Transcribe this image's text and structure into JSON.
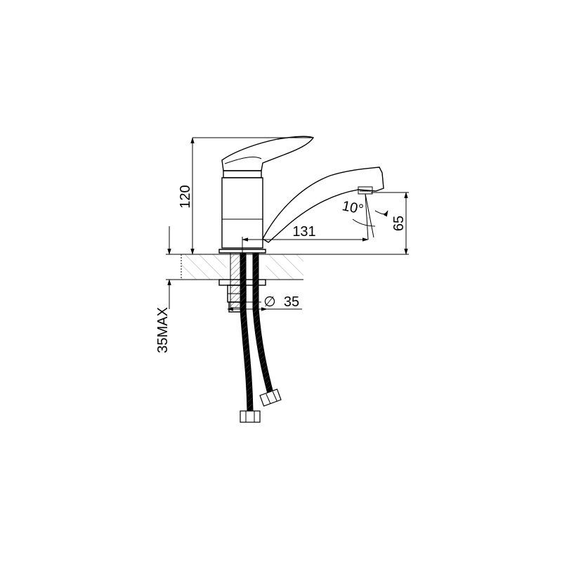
{
  "dimensions": {
    "height": "120",
    "reach": "131",
    "spout_height": "65",
    "angle": "10°",
    "mount_diameter_symbol": "∅",
    "mount_diameter": "35",
    "max_thickness": "35MAX"
  }
}
